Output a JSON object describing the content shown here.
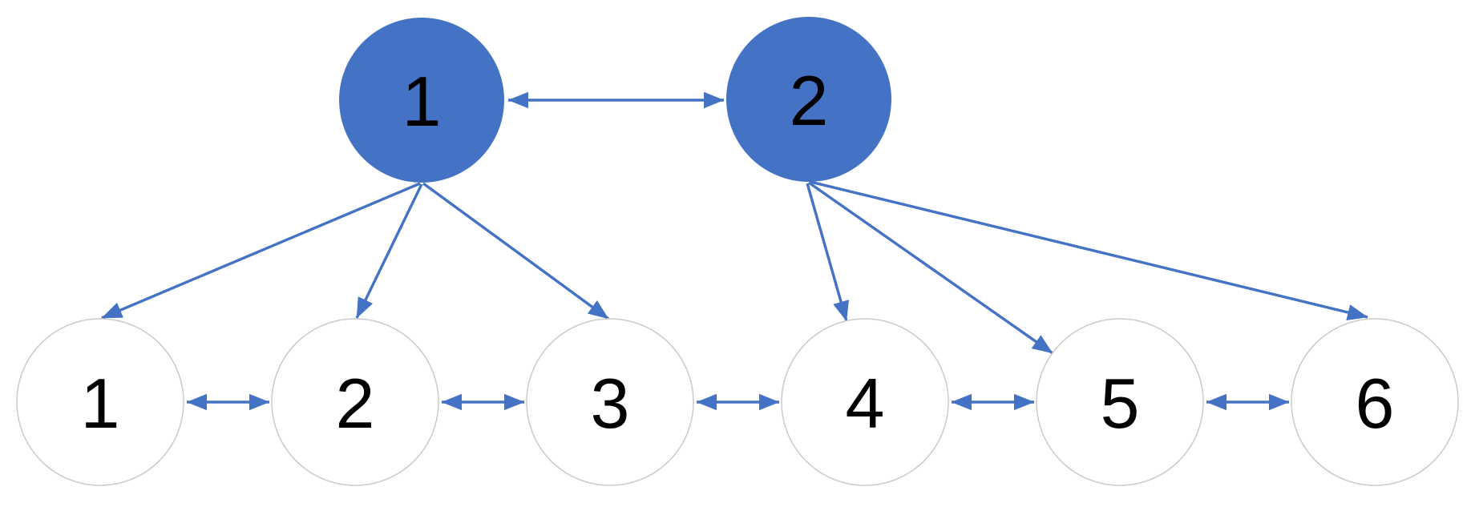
{
  "diagram": {
    "type": "node-link-graph",
    "description": "Two root nodes linked bidirectionally; each root points to three leaf nodes; adjacent leaf nodes linked bidirectionally in a chain",
    "top_nodes": [
      {
        "id": "top-1",
        "label": "1"
      },
      {
        "id": "top-2",
        "label": "2"
      }
    ],
    "bottom_nodes": [
      {
        "id": "bottom-1",
        "label": "1"
      },
      {
        "id": "bottom-2",
        "label": "2"
      },
      {
        "id": "bottom-3",
        "label": "3"
      },
      {
        "id": "bottom-4",
        "label": "4"
      },
      {
        "id": "bottom-5",
        "label": "5"
      },
      {
        "id": "bottom-6",
        "label": "6"
      }
    ],
    "edges": [
      {
        "from": "top-1",
        "to": "top-2",
        "type": "bidirectional"
      },
      {
        "from": "top-1",
        "to": "bottom-1",
        "type": "directed"
      },
      {
        "from": "top-1",
        "to": "bottom-2",
        "type": "directed"
      },
      {
        "from": "top-1",
        "to": "bottom-3",
        "type": "directed"
      },
      {
        "from": "top-2",
        "to": "bottom-4",
        "type": "directed"
      },
      {
        "from": "top-2",
        "to": "bottom-5",
        "type": "directed"
      },
      {
        "from": "top-2",
        "to": "bottom-6",
        "type": "directed"
      },
      {
        "from": "bottom-1",
        "to": "bottom-2",
        "type": "bidirectional"
      },
      {
        "from": "bottom-2",
        "to": "bottom-3",
        "type": "bidirectional"
      },
      {
        "from": "bottom-3",
        "to": "bottom-4",
        "type": "bidirectional"
      },
      {
        "from": "bottom-4",
        "to": "bottom-5",
        "type": "bidirectional"
      },
      {
        "from": "bottom-5",
        "to": "bottom-6",
        "type": "bidirectional"
      }
    ]
  },
  "colors": {
    "top_node_fill": "#4472C4",
    "edge": "#4472C4",
    "bottom_node_fill": "#FFFFFF",
    "bottom_node_border": "#CACACA",
    "label_text": "#000000",
    "background": "#FFFFFF"
  }
}
